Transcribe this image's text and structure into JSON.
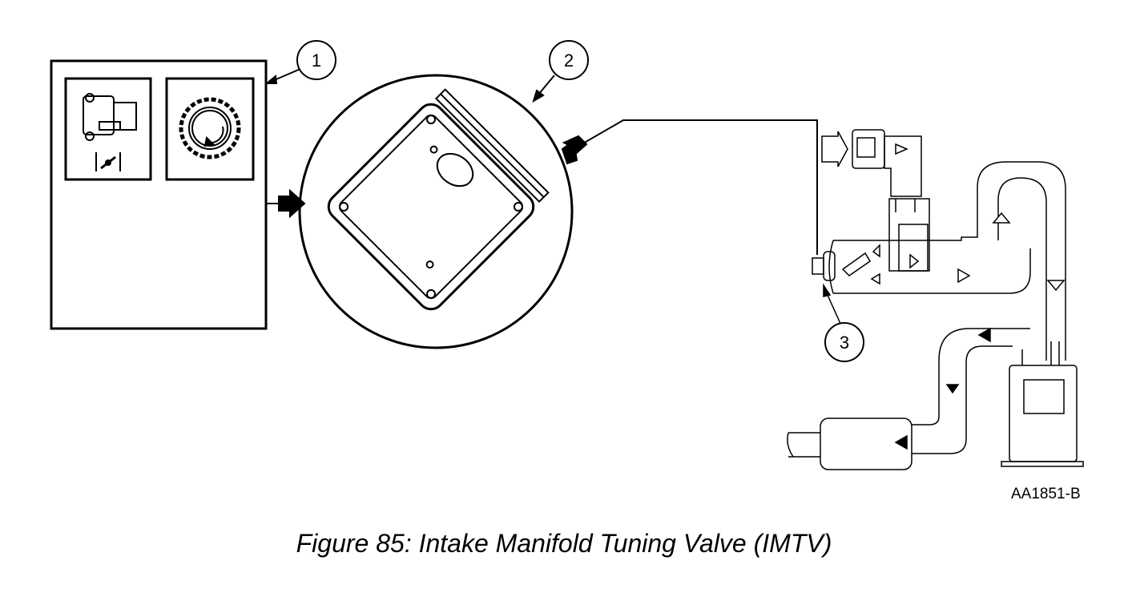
{
  "callouts": [
    "1",
    "2",
    "3"
  ],
  "drawing_id": "AA1851-B",
  "caption": "Figure 85: Intake Manifold Tuning Valve (IMTV)"
}
